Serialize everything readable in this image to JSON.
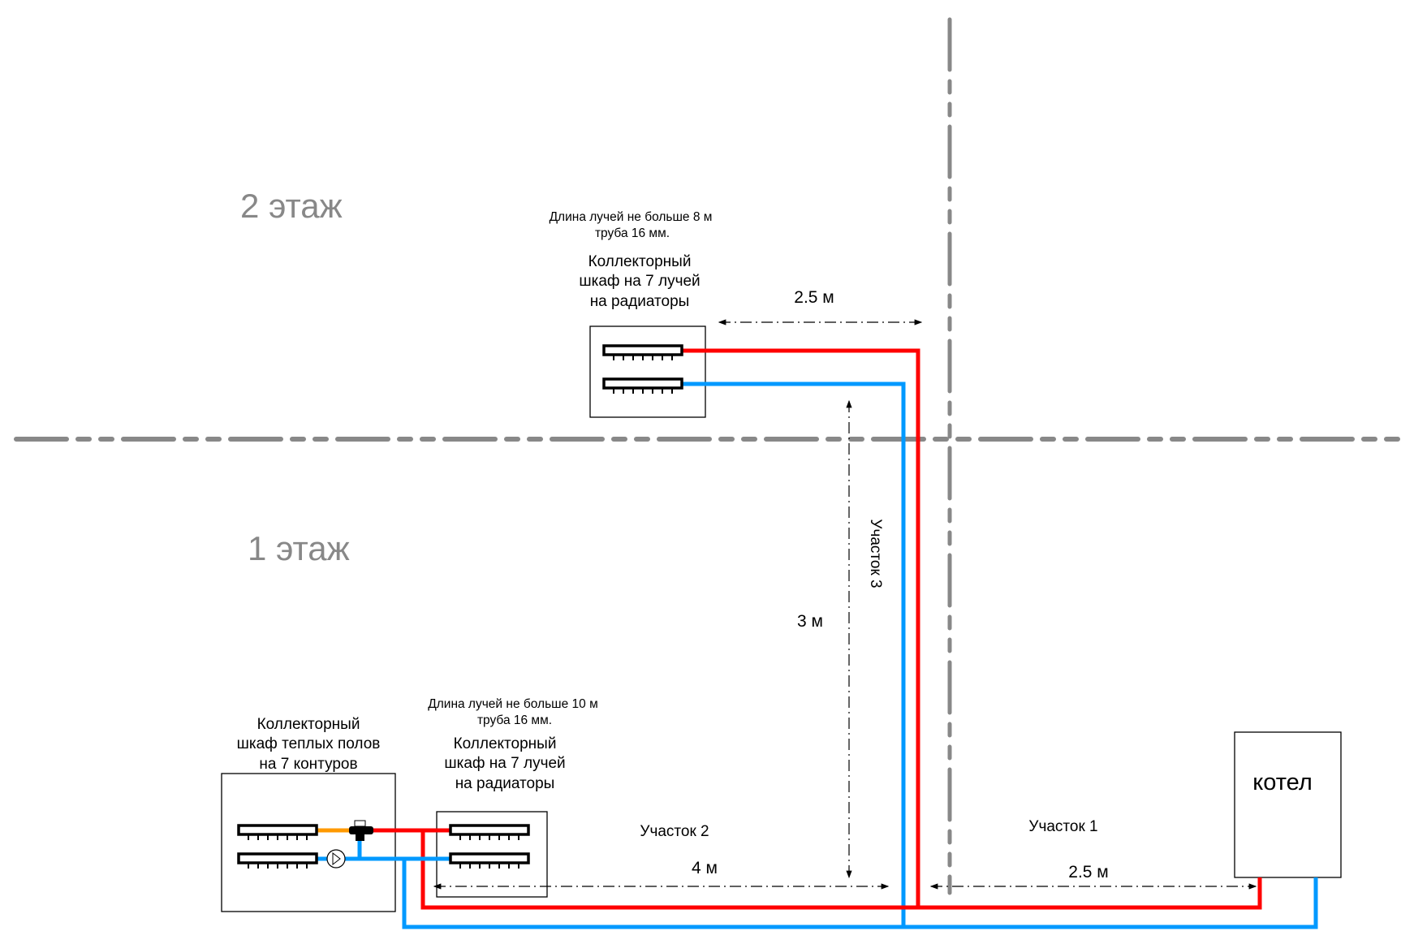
{
  "floors": {
    "second": "2 этаж",
    "first": "1 этаж"
  },
  "upper_cabinet": {
    "note_line1": "Длина лучей не больше 8 м",
    "note_line2": "труба 16 мм.",
    "title_line1": "Коллекторный",
    "title_line2": "шкаф на 7 лучей",
    "title_line3": "на радиаторы"
  },
  "lower_radiator_cabinet": {
    "note_line1": "Длина лучей не больше 10 м",
    "note_line2": "труба 16 мм.",
    "title_line1": "Коллекторный",
    "title_line2": "шкаф на 7 лучей",
    "title_line3": "на радиаторы"
  },
  "floor_heating_cabinet": {
    "title_line1": "Коллекторный",
    "title_line2": "шкаф теплых полов",
    "title_line3": "на 7 контуров"
  },
  "boiler": {
    "label": "котел"
  },
  "dimensions": {
    "upper": "2.5 м",
    "vertical": "3 м",
    "section2": "4 м",
    "section1": "2.5 м"
  },
  "sections": {
    "s1": "Участок 1",
    "s2": "Участок 2",
    "s3": "Участок 3"
  },
  "colors": {
    "supply": "#ff0000",
    "return": "#0099ff",
    "mix": "#ff9900",
    "grid": "#888888"
  }
}
